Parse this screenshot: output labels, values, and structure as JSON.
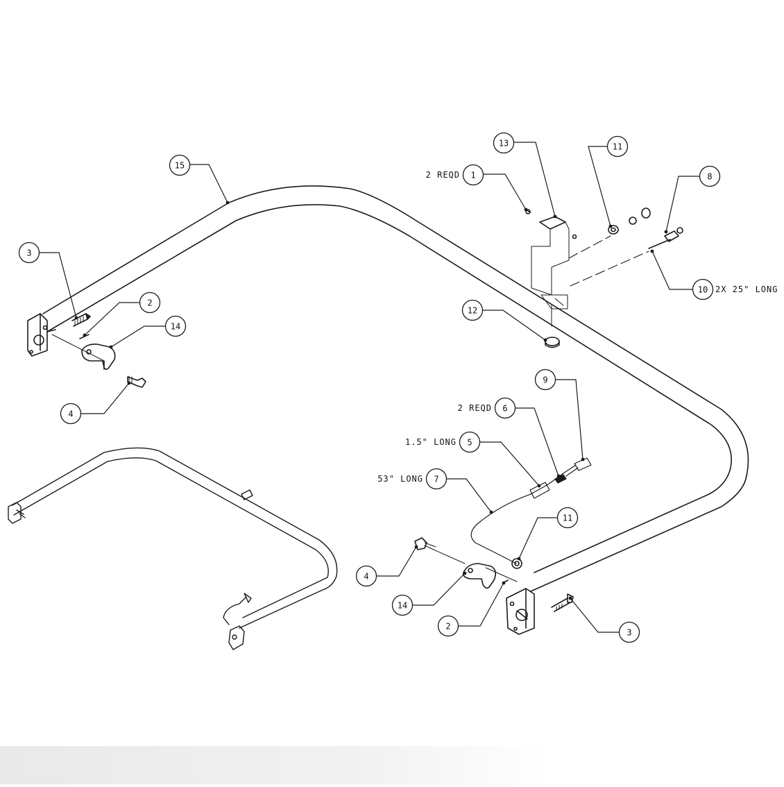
{
  "callouts": [
    {
      "id": "c15",
      "num": "15",
      "prefix": "",
      "suffix": ""
    },
    {
      "id": "c13",
      "num": "13",
      "prefix": "",
      "suffix": ""
    },
    {
      "id": "c1",
      "num": "1",
      "prefix": "2 REQD",
      "suffix": ""
    },
    {
      "id": "c11a",
      "num": "11",
      "prefix": "",
      "suffix": ""
    },
    {
      "id": "c8",
      "num": "8",
      "prefix": "",
      "suffix": ""
    },
    {
      "id": "c10",
      "num": "10",
      "prefix": "",
      "suffix": "2X  25\" LONG"
    },
    {
      "id": "c3a",
      "num": "3",
      "prefix": "",
      "suffix": ""
    },
    {
      "id": "c2a",
      "num": "2",
      "prefix": "",
      "suffix": ""
    },
    {
      "id": "c14a",
      "num": "14",
      "prefix": "",
      "suffix": ""
    },
    {
      "id": "c12",
      "num": "12",
      "prefix": "",
      "suffix": ""
    },
    {
      "id": "c4a",
      "num": "4",
      "prefix": "",
      "suffix": ""
    },
    {
      "id": "c9",
      "num": "9",
      "prefix": "",
      "suffix": ""
    },
    {
      "id": "c6",
      "num": "6",
      "prefix": "2 REQD",
      "suffix": ""
    },
    {
      "id": "c5",
      "num": "5",
      "prefix": "1.5\" LONG",
      "suffix": ""
    },
    {
      "id": "c7",
      "num": "7",
      "prefix": "53\" LONG",
      "suffix": ""
    },
    {
      "id": "c11b",
      "num": "11",
      "prefix": "",
      "suffix": ""
    },
    {
      "id": "c4b",
      "num": "4",
      "prefix": "",
      "suffix": ""
    },
    {
      "id": "c14b",
      "num": "14",
      "prefix": "",
      "suffix": ""
    },
    {
      "id": "c2b",
      "num": "2",
      "prefix": "",
      "suffix": ""
    },
    {
      "id": "c3b",
      "num": "3",
      "prefix": "",
      "suffix": ""
    }
  ]
}
